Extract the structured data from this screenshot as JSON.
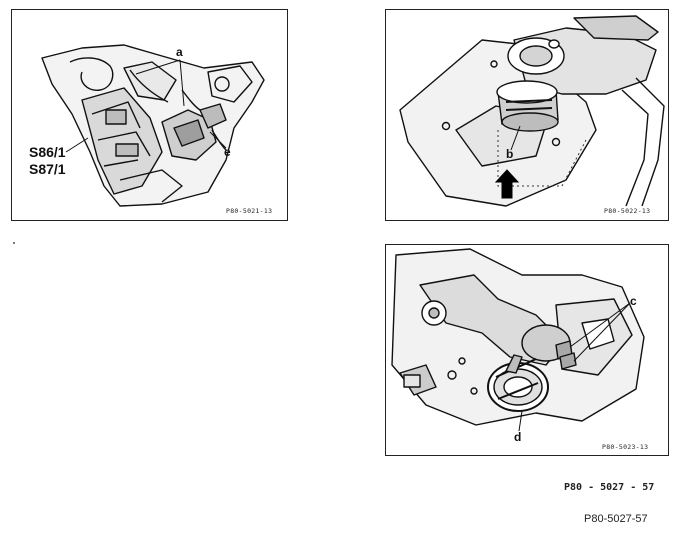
{
  "figure_1": {
    "callout_a": "a",
    "callout_e": "e",
    "switch_labels": [
      "S86/1",
      "S87/1"
    ],
    "code": "P80-5021-13"
  },
  "figure_2": {
    "callout_b": "b",
    "code": "P80-5022-13"
  },
  "figure_3": {
    "callout_c": "c",
    "callout_d": "d",
    "code": "P80-5023-13"
  },
  "reference_center": "P80 - 5027 - 57",
  "reference_corner": "P80-5027-57"
}
